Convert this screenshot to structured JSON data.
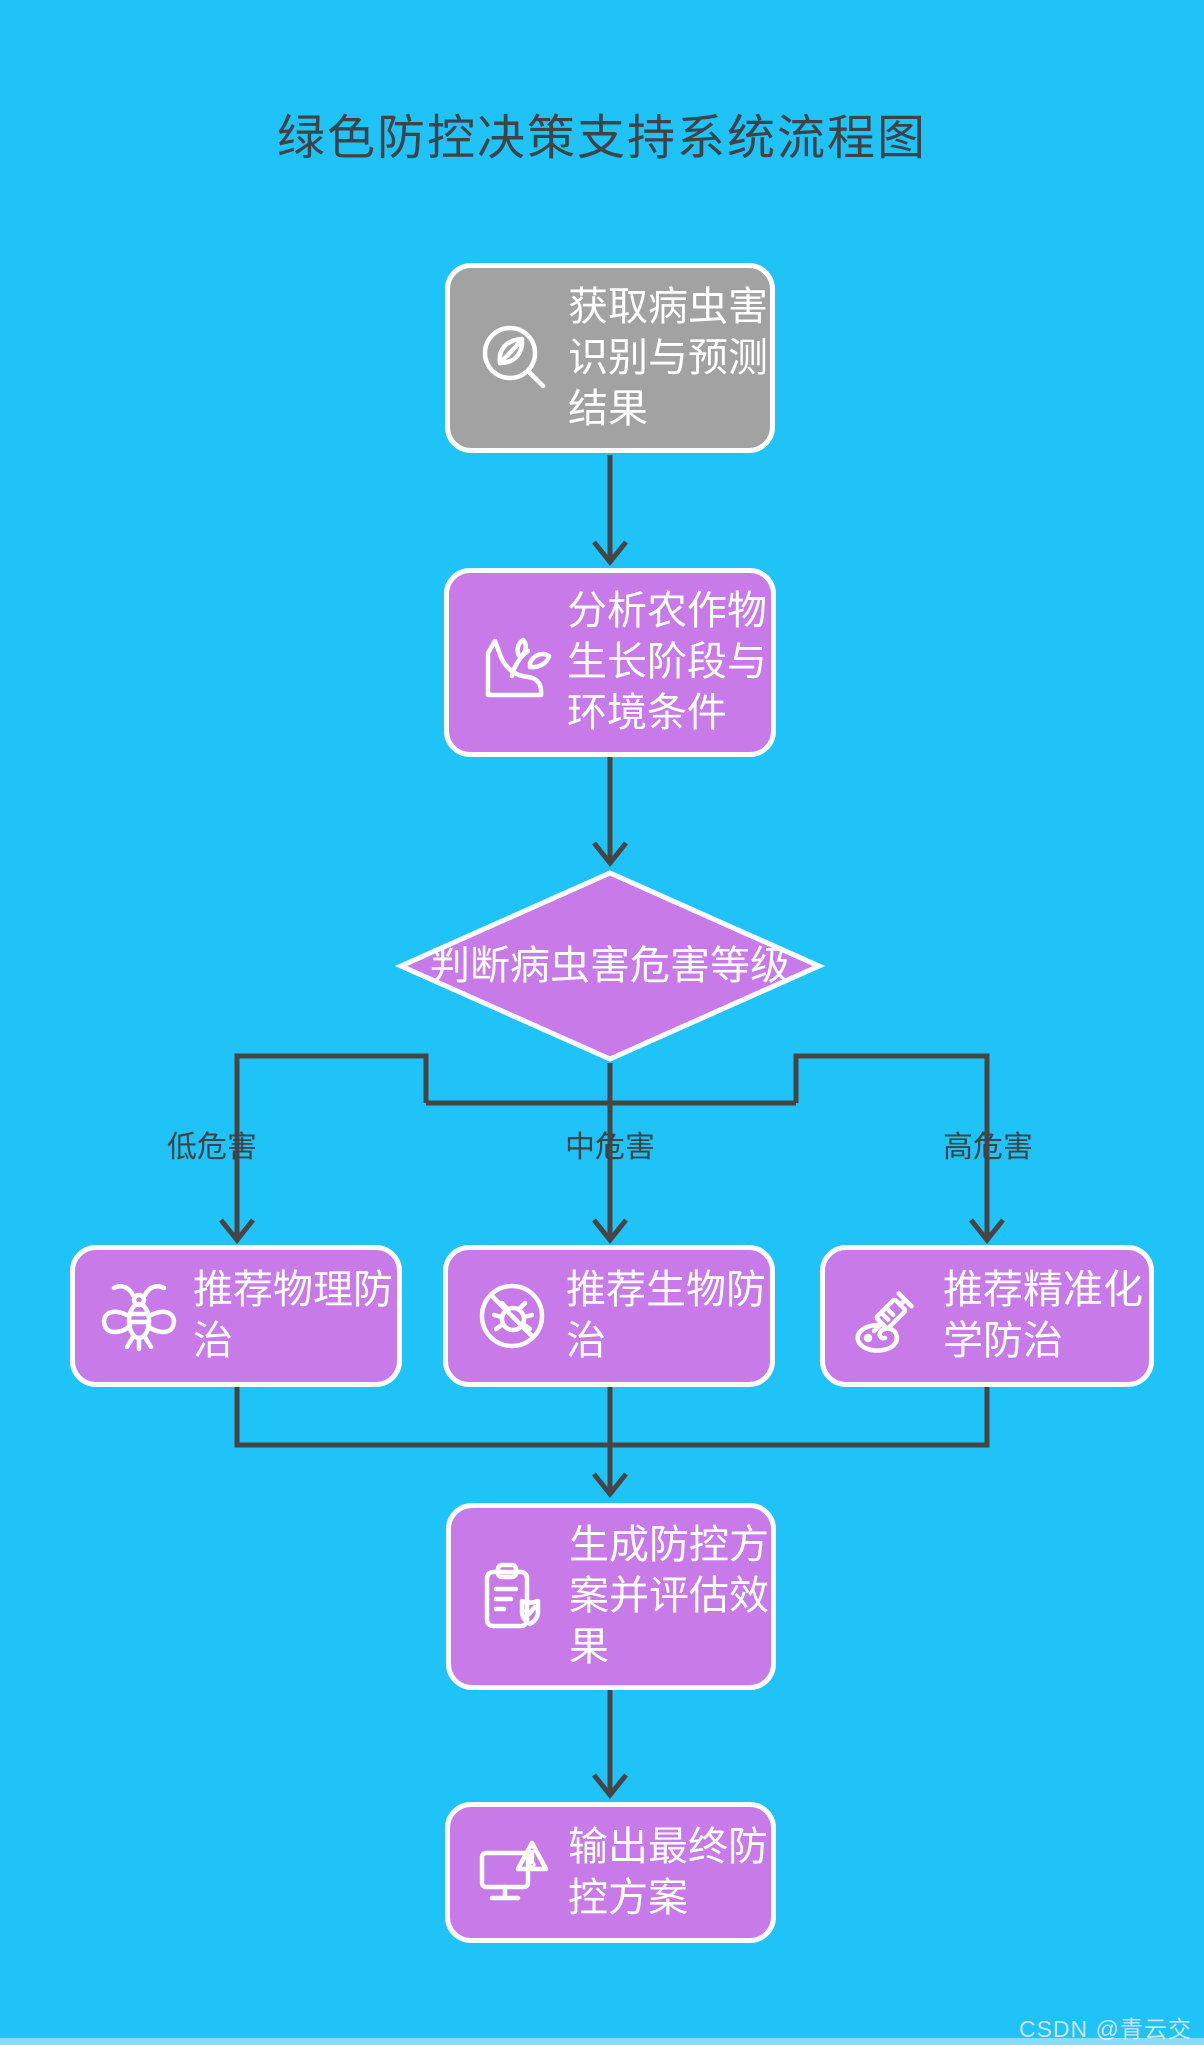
{
  "title": "绿色防控决策支持系统流程图",
  "watermark": "CSDN @青云交",
  "colors": {
    "background": "#1FC3F7",
    "node_purple": "#C77AE8",
    "node_gray": "#A2A2A2",
    "node_border": "#FFFFFF",
    "node_text": "#FFFFFF",
    "connector": "#454545",
    "title_text": "#3E4347",
    "branch_label_text": "#3E4347"
  },
  "nodes": {
    "acquire": {
      "label": "获取病虫害识别与预测结果",
      "icon": "leaf-search-icon",
      "shape": "rounded-rect",
      "fill": "gray"
    },
    "analyze": {
      "label": "分析农作物生长阶段与环境条件",
      "icon": "plant-growth-icon",
      "shape": "rounded-rect",
      "fill": "purple"
    },
    "decision": {
      "label": "判断病虫害危害等级",
      "shape": "diamond",
      "fill": "purple"
    },
    "physical": {
      "label": "推荐物理防治",
      "icon": "firefly-icon",
      "shape": "rounded-rect",
      "fill": "purple"
    },
    "biological": {
      "label": "推荐生物防治",
      "icon": "no-bug-icon",
      "shape": "rounded-rect",
      "fill": "purple"
    },
    "chemical": {
      "label": "推荐精准化学防治",
      "icon": "syringe-icon",
      "shape": "rounded-rect",
      "fill": "purple"
    },
    "evaluate": {
      "label": "生成防控方案并评估效果",
      "icon": "clipboard-check-icon",
      "shape": "rounded-rect",
      "fill": "purple"
    },
    "output": {
      "label": "输出最终防控方案",
      "icon": "monitor-alert-icon",
      "shape": "rounded-rect",
      "fill": "purple"
    }
  },
  "branch_labels": {
    "low": "低危害",
    "medium": "中危害",
    "high": "高危害"
  }
}
